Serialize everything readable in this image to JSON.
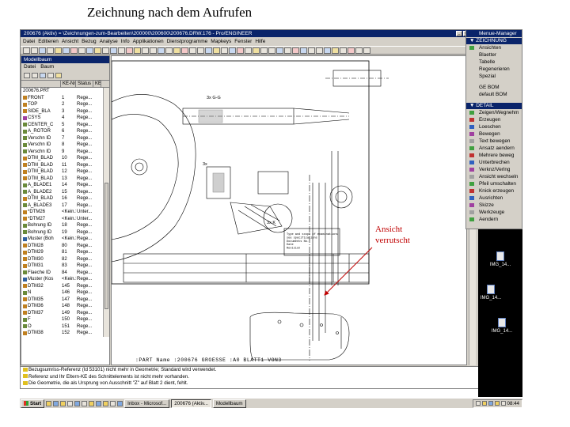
{
  "page_title": "Zeichnung nach dem Aufrufen",
  "app": {
    "title": "200676 (Aktiv) = \\Zeichnungen-zum-Bearbeiten\\200000\\200600\\200676.DRW.176 - Pro/ENGINEER",
    "menu": [
      "Datei",
      "Editieren",
      "Ansicht",
      "Bezug",
      "Analyse",
      "Info",
      "Applikationen",
      "Dienstprogramme",
      "Mapkeys",
      "Fenster",
      "Hilfe"
    ]
  },
  "model_tree": {
    "title": "Modellbaum",
    "menu": [
      "Datei",
      "Baum"
    ],
    "columns": [
      "",
      "KE-Nr",
      "Status",
      "KE-"
    ],
    "root": "200676.PRT",
    "rows": [
      {
        "name": "FRONT",
        "nr": "1",
        "status": "Rege..."
      },
      {
        "name": "TOP",
        "nr": "2",
        "status": "Rege..."
      },
      {
        "name": "SIDE_BLA",
        "nr": "3",
        "status": "Rege..."
      },
      {
        "name": "CSYS",
        "nr": "4",
        "status": "Rege..."
      },
      {
        "name": "CENTER_C",
        "nr": "5",
        "status": "Rege..."
      },
      {
        "name": "A_ROTOR",
        "nr": "6",
        "status": "Rege..."
      },
      {
        "name": "Verschn ID",
        "nr": "7",
        "status": "Rege..."
      },
      {
        "name": "Verschn ID",
        "nr": "8",
        "status": "Rege..."
      },
      {
        "name": "Verschn ID",
        "nr": "9",
        "status": "Rege..."
      },
      {
        "name": "DTM_BLAD",
        "nr": "10",
        "status": "Rege..."
      },
      {
        "name": "DTM_BLAD",
        "nr": "11",
        "status": "Rege..."
      },
      {
        "name": "DTM_BLAD",
        "nr": "12",
        "status": "Rege..."
      },
      {
        "name": "DTM_BLAD",
        "nr": "13",
        "status": "Rege..."
      },
      {
        "name": "A_BLADE1",
        "nr": "14",
        "status": "Rege..."
      },
      {
        "name": "A_BLADE2",
        "nr": "15",
        "status": "Rege..."
      },
      {
        "name": "DTM_BLAD",
        "nr": "16",
        "status": "Rege..."
      },
      {
        "name": "A_BLADE3",
        "nr": "17",
        "status": "Rege..."
      },
      {
        "name": "*DTM26",
        "nr": "<Kein.>",
        "status": "Unter..."
      },
      {
        "name": "*DTM27",
        "nr": "<Kein.>",
        "status": "Unter..."
      },
      {
        "name": "Bohrung ID",
        "nr": "18",
        "status": "Rege..."
      },
      {
        "name": "Bohrung ID",
        "nr": "19",
        "status": "Rege..."
      },
      {
        "name": "Muster (Boh",
        "nr": "<Kein.>",
        "status": "Rege..."
      },
      {
        "name": "DTM28",
        "nr": "80",
        "status": "Rege..."
      },
      {
        "name": "DTM29",
        "nr": "81",
        "status": "Rege..."
      },
      {
        "name": "DTM30",
        "nr": "82",
        "status": "Rege..."
      },
      {
        "name": "DTM31",
        "nr": "83",
        "status": "Rege..."
      },
      {
        "name": "Flaeche ID",
        "nr": "84",
        "status": "Rege..."
      },
      {
        "name": "Muster (Kos",
        "nr": "<Kein.>",
        "status": "Rege..."
      },
      {
        "name": "DTM32",
        "nr": "145",
        "status": "Rege..."
      },
      {
        "name": "N",
        "nr": "146",
        "status": "Rege..."
      },
      {
        "name": "DTM35",
        "nr": "147",
        "status": "Rege..."
      },
      {
        "name": "DTM36",
        "nr": "148",
        "status": "Rege..."
      },
      {
        "name": "DTM37",
        "nr": "149",
        "status": "Rege..."
      },
      {
        "name": "F",
        "nr": "150",
        "status": "Rege..."
      },
      {
        "name": "O",
        "nr": "151",
        "status": "Rege..."
      },
      {
        "name": "DTM38",
        "nr": "152",
        "status": "Rege..."
      }
    ]
  },
  "drawing": {
    "status_line": ":PART  Name :200676  GROESSE :A0  BLATT1 VON3",
    "labels": {
      "section_gg": "3x G-G",
      "view_3x": "3x",
      "view_3x_k": "3x K",
      "note_box": "Type and scope of examinations\nsee specifications\nDocuments No.\nDate\nRevision"
    }
  },
  "messages": [
    "Bezugsumriss-Referenz (Id 53101) nicht mehr in Geometrie; Standard wird verwendet.",
    "Referenz und Ihr Eltern-KE des Schnittelements ist nicht mehr vorhanden.",
    "Die Geometrie, die als Ursprung von Ausschnitt \"Z\" auf Blatt 2 dient, fehlt."
  ],
  "menu_manager": {
    "title": "Menue-Manager",
    "sections": [
      {
        "header": "▼ ZEICHNUNG",
        "items": [
          "Ansichten",
          "Blaetter",
          "Tabelle",
          "Regenerieren",
          "Spezial",
          "GE BOM",
          "default BOM"
        ]
      },
      {
        "header": "▼ DETAIL",
        "items": [
          "Zeigen/Wegnehm",
          "Erzeugen",
          "Loeschen",
          "Bewegen",
          "Text bewegen",
          "Ansatz aendern",
          "Mehrere beweg",
          "Unterbrechen",
          "Verknz/Verlng",
          "Ansicht wechseln",
          "Pfeil umschalten",
          "Knick erzeugen",
          "Ausrichten",
          "Skizze",
          "Werkzeuge",
          "Aendern"
        ]
      }
    ]
  },
  "desktop_icons": [
    "IMG_14...",
    "IMG_14...",
    "IMG_14..."
  ],
  "annotation": {
    "line1": "Ansicht",
    "line2": "verrutscht",
    "color": "#c00000"
  },
  "taskbar": {
    "start": "Start",
    "tasks": [
      "Inbox - Microsof...",
      "200676 (Aktiv...",
      "Modellbaum"
    ],
    "clock": "08:44"
  }
}
